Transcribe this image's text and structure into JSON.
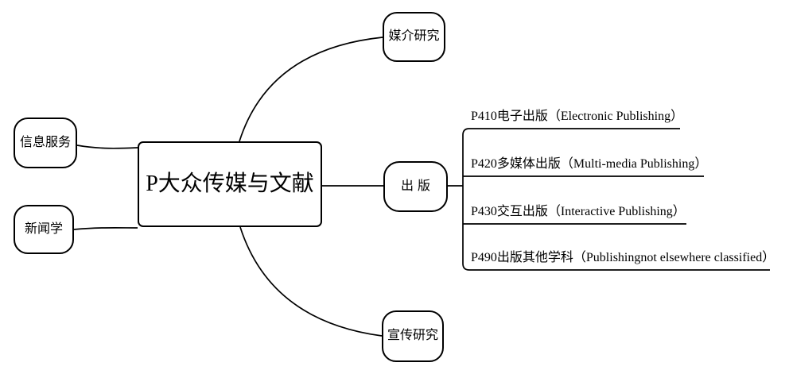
{
  "diagram": {
    "title_node": {
      "label": "P大众传媒与文献"
    },
    "left_nodes": [
      {
        "label": "信息服务"
      },
      {
        "label": "新闻学"
      }
    ],
    "right_nodes": [
      {
        "label": "媒介研究"
      },
      {
        "label": "出版"
      },
      {
        "label": "宣传研究"
      }
    ],
    "branches": [
      {
        "label": "P410电子出版（Electronic Publishing）"
      },
      {
        "label": "P420多媒体出版（Multi-media Publishing）"
      },
      {
        "label": "P430交互出版（Interactive Publishing）"
      },
      {
        "label": "P490出版其他学科（Publishingnot elsewhere classified）"
      }
    ],
    "colors": {
      "line": "#000000",
      "background": "#ffffff",
      "text": "#000000"
    }
  }
}
